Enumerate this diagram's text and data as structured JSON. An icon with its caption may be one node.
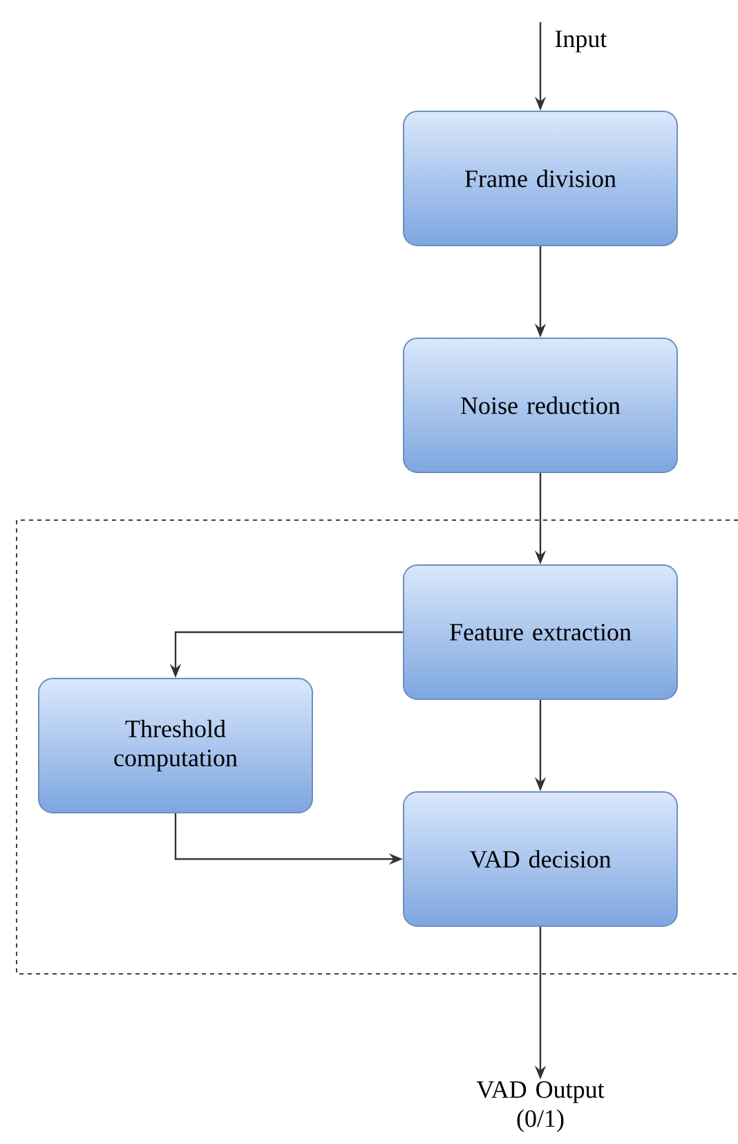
{
  "diagram": {
    "nodes": [
      {
        "text": [
          "Frame division"
        ]
      },
      {
        "text": [
          "Noise reduction"
        ]
      },
      {
        "text": [
          "Feature extraction"
        ]
      },
      {
        "text": [
          "Threshold computation"
        ]
      },
      {
        "text": [
          "VAD decision"
        ]
      },
      {
        "text": [
          "Input"
        ]
      },
      {
        "text": [
          "VAD Output (0/1)"
        ]
      }
    ],
    "edges": [
      {
        "from": 5,
        "to": 0,
        "arrow": "to"
      },
      {
        "from": 0,
        "to": 1,
        "arrow": "to"
      },
      {
        "from": 1,
        "to": 2,
        "arrow": "to"
      },
      {
        "from": 2,
        "to": 3,
        "arrow": "to"
      },
      {
        "from": 2,
        "to": 4,
        "arrow": "to"
      },
      {
        "from": 3,
        "to": 4,
        "arrow": "to"
      },
      {
        "from": 4,
        "to": 6,
        "arrow": "to"
      }
    ]
  }
}
